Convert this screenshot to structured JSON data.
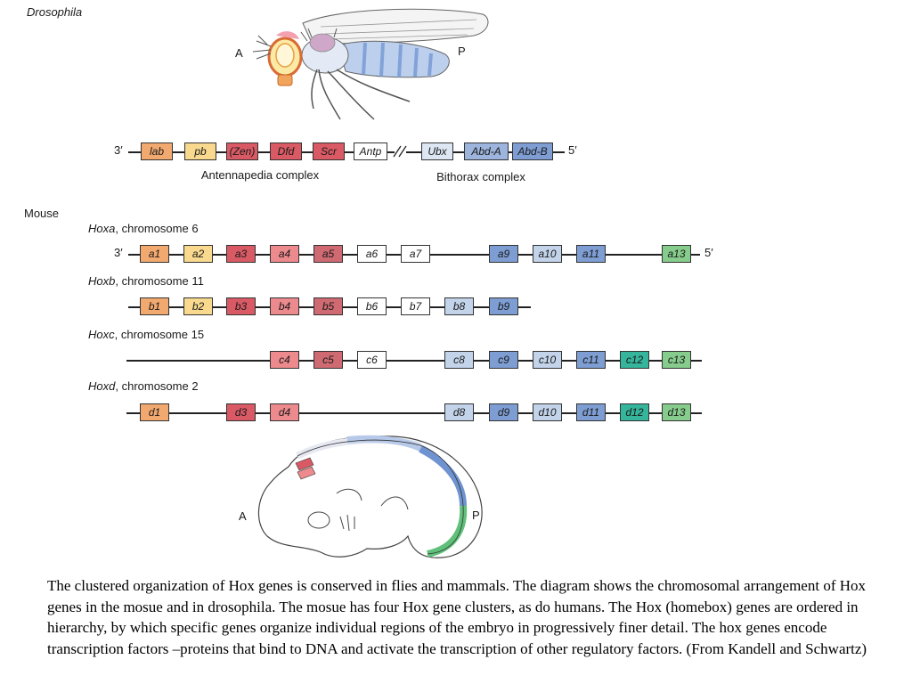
{
  "colors": {
    "orange": "#f2a970",
    "yellow": "#f8d98e",
    "red": "#d95a64",
    "pink": "#ec8a8e",
    "rose": "#cf6a72",
    "white": "#ffffff",
    "lightblue": "#c2d3ea",
    "blue": "#7e9ed3",
    "teal": "#35b59b",
    "green": "#86cc8c",
    "lab": "#f2a970",
    "pb": "#f8d98e",
    "zen": "#d95a64",
    "dfd": "#d95a64",
    "scr": "#d95a64",
    "antp": "#ffffff",
    "ubx": "#dde6f3",
    "abda": "#9db4dc",
    "abdb": "#7e9ed3"
  },
  "drosophila": {
    "title": "Drosophila",
    "anterior": "A",
    "posterior": "P",
    "three_prime": "3′",
    "five_prime": "5′",
    "break_mark": "//",
    "genes": [
      {
        "label": "lab",
        "color": "orange"
      },
      {
        "label": "pb",
        "color": "yellow"
      },
      {
        "label": "(Zen)",
        "color": "red"
      },
      {
        "label": "Dfd",
        "color": "red"
      },
      {
        "label": "Scr",
        "color": "red"
      },
      {
        "label": "Antp",
        "color": "white"
      },
      {
        "label": "Ubx",
        "color": "white"
      },
      {
        "label": "Abd-A",
        "color": "lightblue"
      },
      {
        "label": "Abd-B",
        "color": "blue"
      }
    ],
    "antennapedia_label": "Antennapedia complex",
    "bithorax_label": "Bithorax complex"
  },
  "mouse": {
    "title": "Mouse",
    "three_prime": "3′",
    "five_prime": "5′",
    "anterior": "A",
    "posterior": "P",
    "clusters": [
      {
        "name": "Hoxa",
        "chromosome": ", chromosome 6",
        "genes": [
          {
            "label": "a1",
            "color": "orange"
          },
          {
            "label": "a2",
            "color": "yellow"
          },
          {
            "label": "a3",
            "color": "red"
          },
          {
            "label": "a4",
            "color": "pink"
          },
          {
            "label": "a5",
            "color": "rose"
          },
          {
            "label": "a6",
            "color": "white"
          },
          {
            "label": "a7",
            "color": "white"
          },
          {
            "label": "a9",
            "color": "blue"
          },
          {
            "label": "a10",
            "color": "lightblue"
          },
          {
            "label": "a11",
            "color": "blue"
          },
          {
            "label": "a13",
            "color": "green"
          }
        ]
      },
      {
        "name": "Hoxb",
        "chromosome": ", chromosome 11",
        "genes": [
          {
            "label": "b1",
            "color": "orange"
          },
          {
            "label": "b2",
            "color": "yellow"
          },
          {
            "label": "b3",
            "color": "red"
          },
          {
            "label": "b4",
            "color": "pink"
          },
          {
            "label": "b5",
            "color": "rose"
          },
          {
            "label": "b6",
            "color": "white"
          },
          {
            "label": "b7",
            "color": "white"
          },
          {
            "label": "b8",
            "color": "lightblue"
          },
          {
            "label": "b9",
            "color": "blue"
          }
        ]
      },
      {
        "name": "Hoxc",
        "chromosome": ", chromosome 15",
        "genes": [
          {
            "label": "c4",
            "color": "pink"
          },
          {
            "label": "c5",
            "color": "rose"
          },
          {
            "label": "c6",
            "color": "white"
          },
          {
            "label": "c8",
            "color": "lightblue"
          },
          {
            "label": "c9",
            "color": "blue"
          },
          {
            "label": "c10",
            "color": "lightblue"
          },
          {
            "label": "c11",
            "color": "blue"
          },
          {
            "label": "c12",
            "color": "teal"
          },
          {
            "label": "c13",
            "color": "green"
          }
        ]
      },
      {
        "name": "Hoxd",
        "chromosome": ", chromosome 2",
        "genes": [
          {
            "label": "d1",
            "color": "orange"
          },
          {
            "label": "d3",
            "color": "red"
          },
          {
            "label": "d4",
            "color": "pink"
          },
          {
            "label": "d8",
            "color": "lightblue"
          },
          {
            "label": "d9",
            "color": "blue"
          },
          {
            "label": "d10",
            "color": "lightblue"
          },
          {
            "label": "d11",
            "color": "blue"
          },
          {
            "label": "d12",
            "color": "teal"
          },
          {
            "label": "d13",
            "color": "green"
          }
        ]
      }
    ]
  },
  "caption": "The clustered organization of Hox genes is conserved in flies and mammals. The diagram shows the chromosomal arrangement of Hox genes in the mosue and in drosophila. The mosue has four Hox gene clusters, as do humans. The Hox (homebox) genes are ordered in hierarchy, by which specific genes organize individual regions of the embryo in progressively finer detail. The hox genes encode transcription factors –proteins that bind to DNA and activate the transcription of  other regulatory factors. (From Kandell and Schwartz)"
}
